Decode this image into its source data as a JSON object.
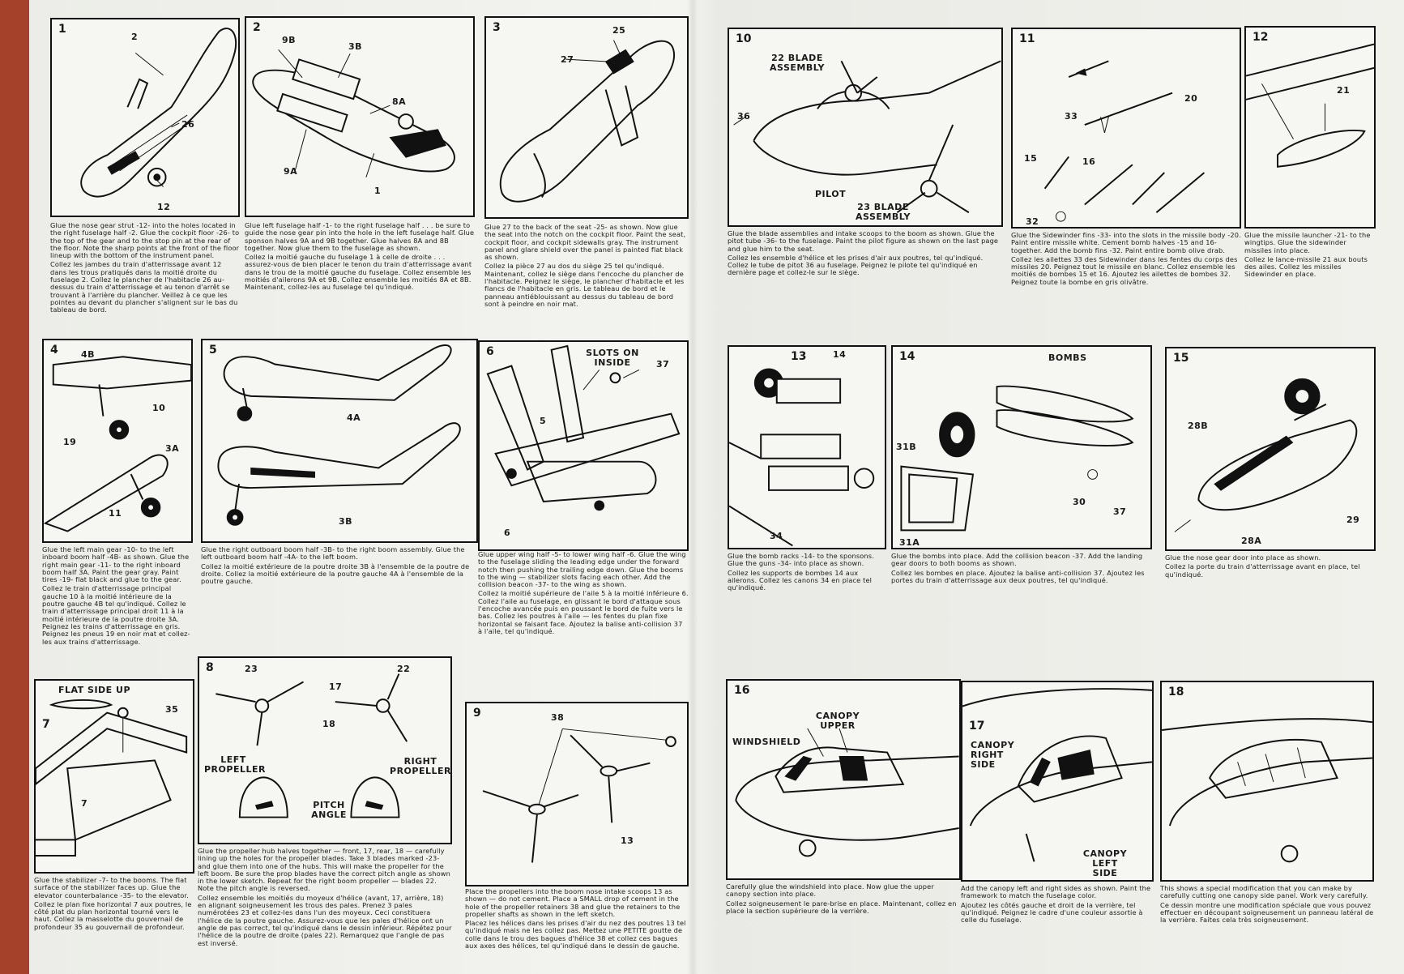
{
  "steps": [
    {
      "num": "1",
      "labels": [
        "2",
        "26",
        "12"
      ],
      "en": "Glue the nose gear strut -12- into the holes located in the right fuselage half -2. Glue the cockpit floor -26- to the top of the gear and to the stop pin at the rear of the floor. Note the sharp points at the front of the floor lineup with the bottom of the instrument panel.",
      "fr": "Collez les jambes du train d'atterrissage avant 12 dans les trous pratiqués dans la moitié droite du fuselage 2. Collez le plancher de l'habitacle 26 au-dessus du train d'atterrissage et au tenon d'arrêt se trouvant à l'arrière du plancher. Veillez à ce que les pointes au devant du plancher s'alignent sur le bas du tableau de bord."
    },
    {
      "num": "2",
      "labels": [
        "9B",
        "3B",
        "8A",
        "9A",
        "1"
      ],
      "en": "Glue left fuselage half -1- to the right fuselage half . . . be sure to guide the nose gear pin into the hole in the left fuselage half. Glue sponson halves 9A and 9B together. Glue halves 8A and 8B together. Now glue them to the fuselage as shown.",
      "fr": "Collez la moitié gauche du fuselage 1 à celle de droite . . . assurez-vous de bien placer le tenon du train d'atterrissage avant dans le trou de la moitié gauche du fuselage. Collez ensemble les moitiés d'ailerons 9A et 9B. Collez ensemble les moitiés 8A et 8B. Maintenant, collez-les au fuselage tel qu'indiqué."
    },
    {
      "num": "3",
      "labels": [
        "25",
        "27"
      ],
      "en": "Glue 27 to the back of the seat -25- as shown. Now glue the seat into the notch on the cockpit floor. Paint the seat, cockpit floor, and cockpit sidewalls gray. The instrument panel and glare shield over the panel is painted flat black as shown.",
      "fr": "Collez la pièce 27 au dos du siège 25 tel qu'indiqué. Maintenant, collez le siège dans l'encoche du plancher de l'habitacle. Peignez le siège, le plancher d'habitacle et les flancs de l'habitacle en gris. Le tableau de bord et le panneau antiéblouissant au dessus du tableau de bord sont à peindre en noir mat."
    },
    {
      "num": "4",
      "labels": [
        "4B",
        "10",
        "19",
        "3A",
        "11"
      ],
      "en": "Glue the left main gear -10- to the left inboard boom half -4B- as shown. Glue the right main gear -11- to the right inboard boom half 3A. Paint the gear gray. Paint tires -19- flat black and glue to the gear.",
      "fr": "Collez le train d'atterrissage principal gauche 10 à la moitié intérieure de la poutre gauche 4B tel qu'indiqué. Collez le train d'atterrissage principal droit 11 à la moitié intérieure de la poutre droite 3A. Peignez les trains d'atterrissage en gris. Peignez les pneus 19 en noir mat et collez-les aux trains d'atterrissage."
    },
    {
      "num": "5",
      "labels": [
        "4A",
        "3B"
      ],
      "en": "Glue the right outboard boom half -3B- to the right boom assembly. Glue the left outboard boom half -4A- to the left boom.",
      "fr": "Collez la moitié extérieure de la poutre droite 3B à l'ensemble de la poutre de droite. Collez la moitié extérieure de la poutre gauche 4A à l'ensemble de la poutre gauche."
    },
    {
      "num": "6",
      "labels": [
        "SLOTS ON INSIDE",
        "37",
        "5",
        "6"
      ],
      "en": "Glue upper wing half -5- to lower wing half -6. Glue the wing to the fuselage sliding the leading edge under the forward notch then pushing the trailing edge down. Glue the booms to the wing — stabilizer slots facing each other. Add the collision beacon -37- to the wing as shown.",
      "fr": "Collez la moitié supérieure de l'aile 5 à la moitié inférieure 6. Collez l'aile au fuselage, en glissant le bord d'attaque sous l'encoche avancée puis en poussant le bord de fuite vers le bas. Collez les poutres à l'aile — les fentes du plan fixe horizontal se faisant face. Ajoutez la balise anti-collision 37 à l'aile, tel qu'indiqué."
    },
    {
      "num": "7",
      "labels": [
        "FLAT SIDE UP",
        "35",
        "7"
      ],
      "en": "Glue the stabilizer -7- to the booms. The flat surface of the stabilizer faces up. Glue the elevator counterbalance -35- to the elevator.",
      "fr": "Collez le plan fixe horizontal 7 aux poutres, le côté plat du plan horizontal tourné vers le haut. Collez la masselotte du gouvernail de profondeur 35 au gouvernail de profondeur."
    },
    {
      "num": "8",
      "labels": [
        "23",
        "17",
        "22",
        "18",
        "LEFT PROPELLER",
        "RIGHT PROPELLER",
        "PITCH ANGLE"
      ],
      "en": "Glue the propeller hub halves together — front, 17, rear, 18 — carefully lining up the holes for the propeller blades. Take 3 blades marked -23- and glue them into one of the hubs. This will make the propeller for the left boom. Be sure the prop blades have the correct pitch angle as shown in the lower sketch. Repeat for the right boom propeller — blades 22. Note the pitch angle is reversed.",
      "fr": "Collez ensemble les moitiés du moyeux d'hélice (avant, 17, arrière, 18) en alignant soigneusement les trous des pales. Prenez 3 pales numérotées 23 et collez-les dans l'un des moyeux. Ceci constituera l'hélice de la poutre gauche. Assurez-vous que les pales d'hélice ont un angle de pas correct, tel qu'indiqué dans le dessin inférieur. Répétez pour l'hélice de la poutre de droite (pales 22). Remarquez que l'angle de pas est inversé."
    },
    {
      "num": "9",
      "labels": [
        "38",
        "13"
      ],
      "en": "Place the propellers into the boom nose intake scoops 13 as shown — do not cement. Place a SMALL drop of cement in the hole of the propeller retainers 38 and glue the retainers to the propeller shafts as shown in the left sketch.",
      "fr": "Placez les hélices dans les prises d'air du nez des poutres 13 tel qu'indiqué mais ne les collez pas. Mettez une PETITE goutte de colle dans le trou des bagues d'hélice 38 et collez ces bagues aux axes des hélices, tel qu'indiqué dans le dessin de gauche."
    },
    {
      "num": "10",
      "labels": [
        "22 BLADE ASSEMBLY",
        "36",
        "PILOT",
        "23 BLADE ASSEMBLY"
      ],
      "en": "Glue the blade assemblies and intake scoops to the boom as shown. Glue the pitot tube -36- to the fuselage. Paint the pilot figure as shown on the last page and glue him to the seat.",
      "fr": "Collez les ensemble d'hélice et les prises d'air aux poutres, tel qu'indiqué. Collez le tube de pitot 36 au fuselage. Peignez le pilote tel qu'indiqué en dernière page et collez-le sur le siège."
    },
    {
      "num": "11",
      "labels": [
        "20",
        "33",
        "15",
        "16",
        "32"
      ],
      "en": "Glue the Sidewinder fins -33- into the slots in the missile body -20. Paint entire missile white. Cement bomb halves -15 and 16- together. Add the bomb fins -32. Paint entire bomb olive drab.",
      "fr": "Collez les ailettes 33 des Sidewinder dans les fentes du corps des missiles 20. Peignez tout le missile en blanc. Collez ensemble les moitiés de bombes 15 et 16. Ajoutez les ailettes de bombes 32. Peignez toute la bombe en gris olivâtre."
    },
    {
      "num": "12",
      "labels": [
        "21"
      ],
      "en": "Glue the missile launcher -21- to the wingtips. Glue the sidewinder missiles into place.",
      "fr": "Collez le lance-missile 21 aux bouts des ailes. Collez les missiles Sidewinder en place."
    },
    {
      "num": "13",
      "labels": [
        "14",
        "34"
      ],
      "en": "Glue the bomb racks -14- to the sponsons. Glue the guns -34- into place as shown.",
      "fr": "Collez les supports de bombes 14 aux ailerons. Collez les canons 34 en place tel qu'indiqué."
    },
    {
      "num": "14",
      "labels": [
        "BOMBS",
        "31B",
        "30",
        "37",
        "31A"
      ],
      "en": "Glue the bombs into place. Add the collision beacon -37. Add the landing gear doors to both booms as shown.",
      "fr": "Collez les bombes en place. Ajoutez la balise anti-collision 37. Ajoutez les portes du train d'atterrissage aux deux poutres, tel qu'indiqué."
    },
    {
      "num": "15",
      "labels": [
        "28B",
        "29",
        "28A"
      ],
      "en": "Glue the nose gear door into place as shown.",
      "fr": "Collez la porte du train d'atterrissage avant en place, tel qu'indiqué."
    },
    {
      "num": "16",
      "labels": [
        "WINDSHIELD",
        "CANOPY UPPER"
      ],
      "en": "Carefully glue the windshield into place. Now glue the upper canopy section into place.",
      "fr": "Collez soigneusement le pare-brise en place. Maintenant, collez en place la section supérieure de la verrière."
    },
    {
      "num": "17",
      "labels": [
        "CANOPY RIGHT SIDE",
        "CANOPY LEFT SIDE"
      ],
      "en": "Add the canopy left and right sides as shown. Paint the framework to match the fuselage color.",
      "fr": "Ajoutez les côtés gauche et droit de la verrière, tel qu'indiqué. Peignez le cadre d'une couleur assortie à celle du fuselage."
    },
    {
      "num": "18",
      "labels": [],
      "en": "This shows a special modification that you can make by carefully cutting one canopy side panel. Work very carefully.",
      "fr": "Ce dessin montre une modification spéciale que vous pouvez effectuer en découpant soigneusement un panneau latéral de la verrière. Faites cela très soigneusement."
    }
  ]
}
